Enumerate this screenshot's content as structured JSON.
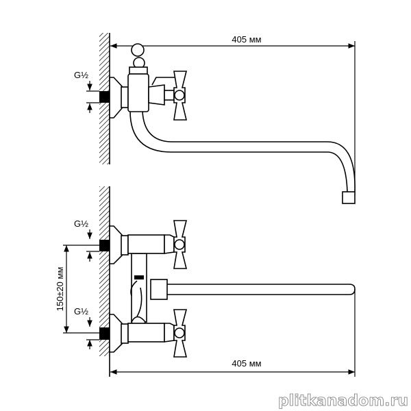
{
  "drawing": {
    "top_width_dimension": "405 мм",
    "bottom_width_dimension": "405 мм",
    "vertical_spacing_dimension": "150±20 мм",
    "thread_labels": [
      "G½",
      "G½",
      "G½"
    ]
  },
  "watermark": "plitkanadom.ru"
}
